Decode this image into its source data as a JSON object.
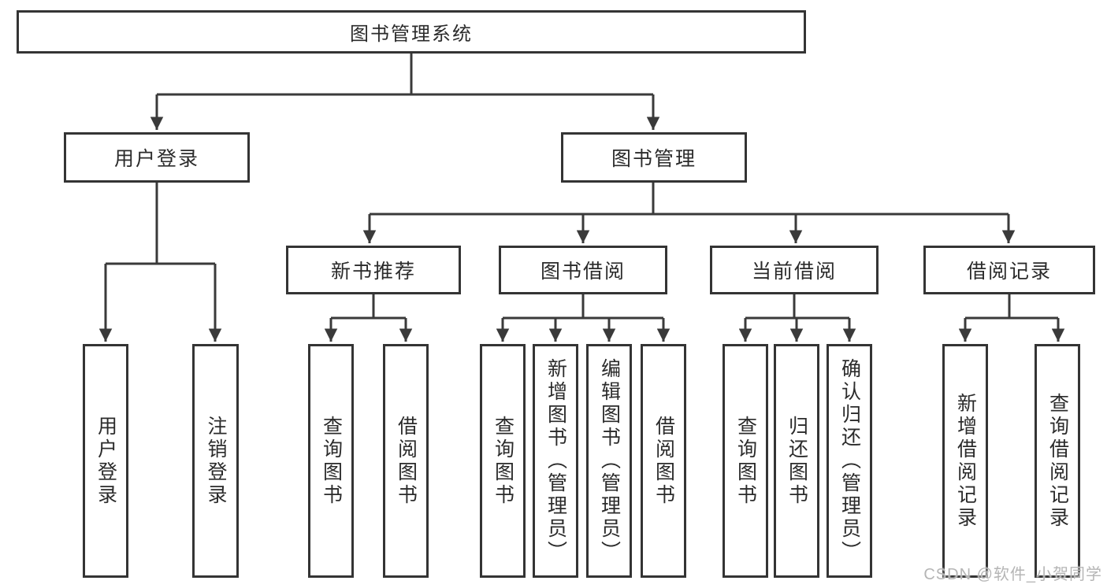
{
  "tree": {
    "label": "图书管理系统",
    "children": [
      {
        "label": "用户登录",
        "children": [
          {
            "label": "用户登录"
          },
          {
            "label": "注销登录"
          }
        ]
      },
      {
        "label": "图书管理",
        "children": [
          {
            "label": "新书推荐",
            "children": [
              {
                "label": "查询图书"
              },
              {
                "label": "借阅图书"
              }
            ]
          },
          {
            "label": "图书借阅",
            "children": [
              {
                "label": "查询图书"
              },
              {
                "label": "新增图书（管理员）"
              },
              {
                "label": "编辑图书（管理员）"
              },
              {
                "label": "借阅图书"
              }
            ]
          },
          {
            "label": "当前借阅",
            "children": [
              {
                "label": "查询图书"
              },
              {
                "label": "归还图书"
              },
              {
                "label": "确认归还（管理员）"
              }
            ]
          },
          {
            "label": "借阅记录",
            "children": [
              {
                "label": "新增借阅记录"
              },
              {
                "label": "查询借阅记录"
              }
            ]
          }
        ]
      }
    ]
  },
  "watermark": {
    "text": "CSDN @软件_小贺同学"
  },
  "colors": {
    "line": "#3a3a3a",
    "box_border": "#343434",
    "text": "#2b2b2b",
    "watermark": "#b5b5b5",
    "background": "#ffffff"
  }
}
